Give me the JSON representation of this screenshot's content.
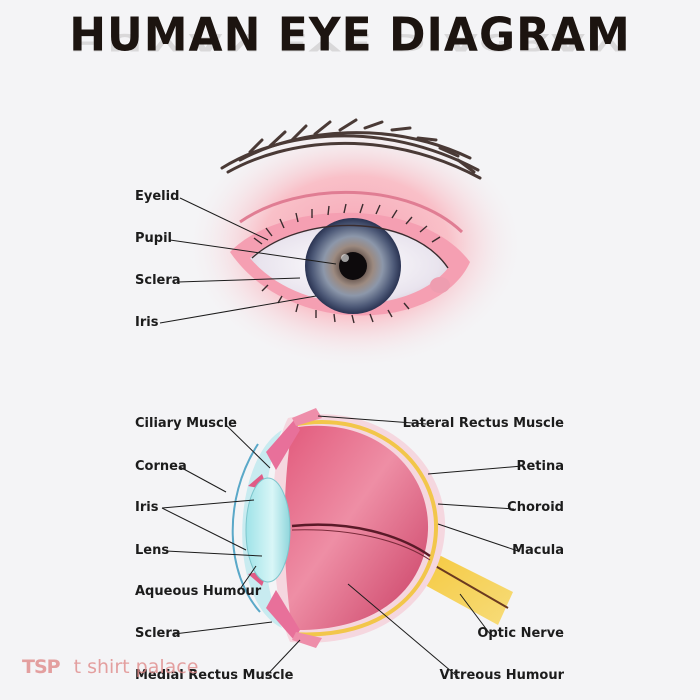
{
  "title": "HUMAN EYE DIAGRAM",
  "front_view": {
    "labels": [
      "Eyelid",
      "Pupil",
      "Sclera",
      "Iris"
    ]
  },
  "cross_section": {
    "left_labels": [
      "Ciliary Muscle",
      "Cornea",
      "Iris",
      "Lens",
      "Aqueous Humour",
      "Sclera",
      "Medial Rectus Muscle"
    ],
    "right_labels": [
      "Lateral Rectus Muscle",
      "Retina",
      "Choroid",
      "Macula",
      "Optic Nerve",
      "Vitreous Humour"
    ]
  },
  "watermark": {
    "logo": "TSP",
    "text": "t shirt palace"
  }
}
